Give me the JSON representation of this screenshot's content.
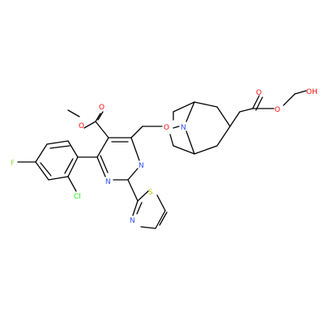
{
  "molecule": {
    "atoms": {
      "methyl_o": "O",
      "carbonyl_o": "O",
      "fluorine": "F",
      "chlorine": "Cl",
      "pyrimidine_n_left": "N",
      "pyrimidine_n_right": "N",
      "thiazole_s": "S",
      "thiazole_n": "N",
      "ring_o": "O",
      "bridge_n": "N",
      "ester_carbonyl_o": "O",
      "ester_o": "O",
      "hydroxyl": "OH"
    },
    "colors": {
      "bond": "#000000",
      "oxygen": "#ff0d0d",
      "nitrogen": "#3050f8",
      "fluorine": "#90e050",
      "chlorine": "#1ff01f",
      "sulfur": "#c6c600"
    }
  }
}
